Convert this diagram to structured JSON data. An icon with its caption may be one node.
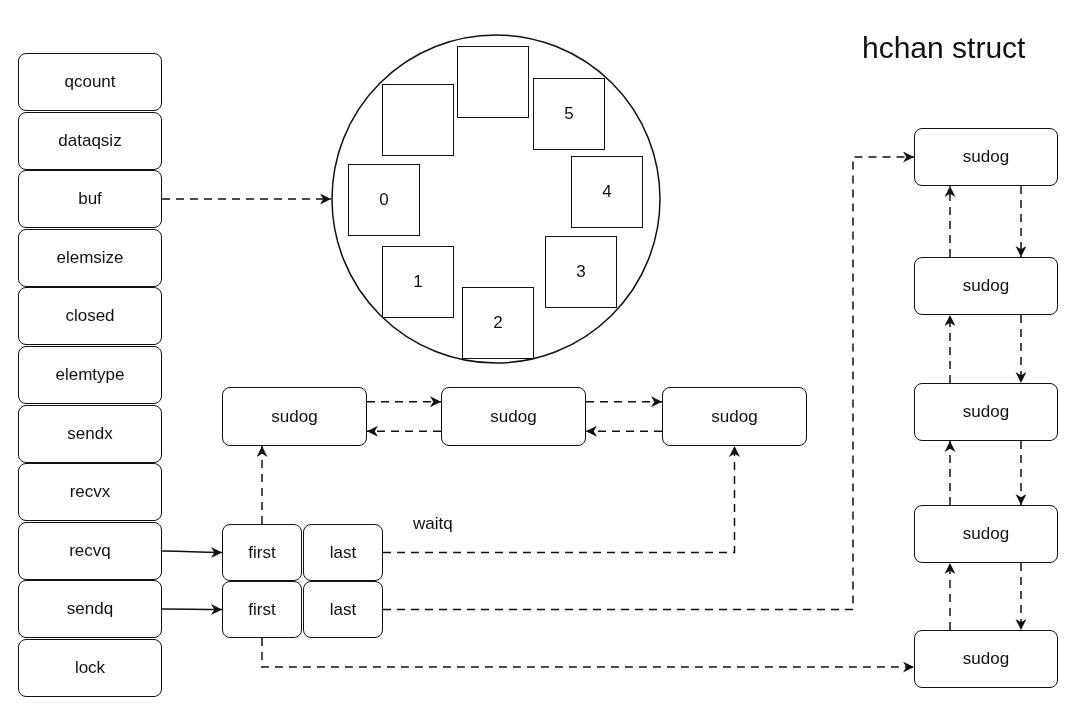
{
  "diagram": {
    "title": "hchan struct",
    "nodes": [
      {
        "text": [
          "qcount"
        ]
      },
      {
        "text": [
          "dataqsiz"
        ]
      },
      {
        "text": [
          "buf"
        ]
      },
      {
        "text": [
          "elemsize"
        ]
      },
      {
        "text": [
          "closed"
        ]
      },
      {
        "text": [
          "elemtype"
        ]
      },
      {
        "text": [
          "sendx"
        ]
      },
      {
        "text": [
          "recvx"
        ]
      },
      {
        "text": [
          "recvq"
        ]
      },
      {
        "text": [
          "sendq"
        ]
      },
      {
        "text": [
          "lock"
        ]
      },
      {
        "text": [],
        "shape": "circle"
      },
      {
        "text": [],
        "shape": "box",
        "in": 11
      },
      {
        "text": [],
        "shape": "box",
        "in": 11
      },
      {
        "text": [
          "5"
        ],
        "in": 11
      },
      {
        "text": [
          "0"
        ],
        "in": 11
      },
      {
        "text": [
          "4"
        ],
        "in": 11
      },
      {
        "text": [
          "1"
        ],
        "in": 11
      },
      {
        "text": [
          "3"
        ],
        "in": 11
      },
      {
        "text": [
          "2"
        ],
        "in": 11
      },
      {
        "text": [
          "sudog"
        ]
      },
      {
        "text": [
          "sudog"
        ]
      },
      {
        "text": [
          "sudog"
        ]
      },
      {
        "text": [
          "first"
        ]
      },
      {
        "text": [
          "last"
        ]
      },
      {
        "text": [
          "first"
        ]
      },
      {
        "text": [
          "last"
        ]
      },
      {
        "text": [
          "sudog"
        ]
      },
      {
        "text": [
          "sudog"
        ]
      },
      {
        "text": [
          "sudog"
        ]
      },
      {
        "text": [
          "sudog"
        ]
      },
      {
        "text": [
          "sudog"
        ]
      }
    ],
    "edges": [
      {
        "from": 2,
        "to": 11,
        "arrow": "to",
        "style": "dashed"
      },
      {
        "from": 20,
        "to": 21,
        "arrow": "to",
        "style": "dashed"
      },
      {
        "from": 21,
        "to": 20,
        "arrow": "to",
        "style": "dashed"
      },
      {
        "from": 21,
        "to": 22,
        "arrow": "to",
        "style": "dashed"
      },
      {
        "from": 22,
        "to": 21,
        "arrow": "to",
        "style": "dashed"
      },
      {
        "from": 8,
        "to": 23,
        "arrow": "to"
      },
      {
        "from": 9,
        "to": 25,
        "arrow": "to"
      },
      {
        "from": 23,
        "to": 20,
        "arrow": "to",
        "style": "dashed"
      },
      {
        "from": 24,
        "to": 22,
        "arrow": "to",
        "style": "dashed"
      },
      {
        "from": 26,
        "to": 27,
        "arrow": "to",
        "style": "dashed"
      },
      {
        "from": 25,
        "to": 31,
        "arrow": "to",
        "style": "dashed"
      },
      {
        "from": 27,
        "to": 28,
        "arrow": "to",
        "style": "dashed"
      },
      {
        "from": 28,
        "to": 27,
        "arrow": "to",
        "style": "dashed"
      },
      {
        "from": 28,
        "to": 29,
        "arrow": "to",
        "style": "dashed"
      },
      {
        "from": 29,
        "to": 28,
        "arrow": "to",
        "style": "dashed"
      },
      {
        "from": 29,
        "to": 30,
        "arrow": "to",
        "style": "dashed"
      },
      {
        "from": 30,
        "to": 29,
        "arrow": "to",
        "style": "dashed"
      },
      {
        "from": 30,
        "to": 31,
        "arrow": "to",
        "style": "dashed"
      },
      {
        "from": 31,
        "to": 30,
        "arrow": "to",
        "style": "dashed"
      }
    ],
    "labels": [
      "waitq"
    ]
  }
}
